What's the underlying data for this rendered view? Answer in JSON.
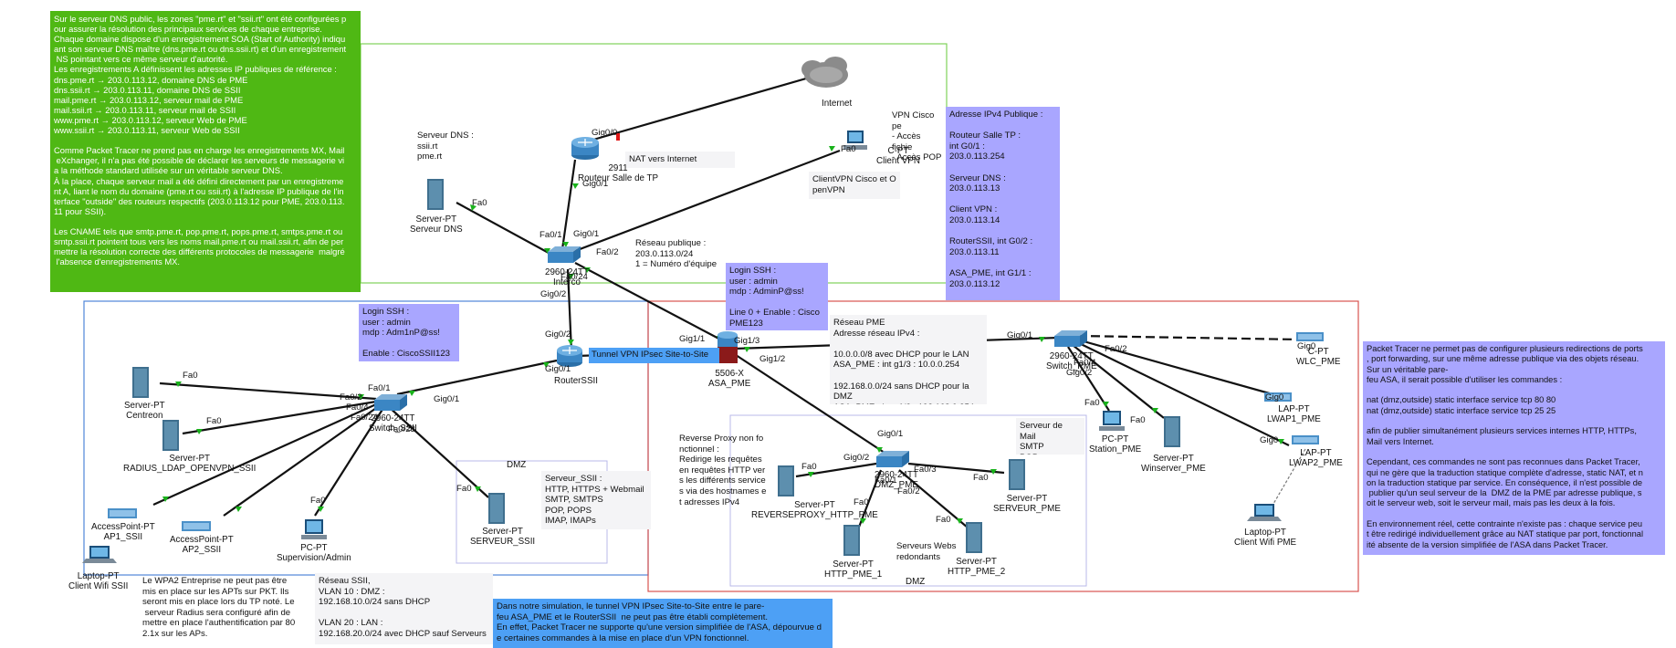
{
  "notes": {
    "dns_info": "Sur le serveur DNS public, les zones \"pme.rt\" et \"ssii.rt\" ont été configurées p\nour assurer la résolution des principaux services de chaque entreprise.\nChaque domaine dispose d'un enregistrement SOA (Start of Authority) indiqu\nant son serveur DNS maître (dns.pme.rt ou dns.ssii.rt) et d'un enregistrement\n NS pointant vers ce même serveur d'autorité.\nLes enregistrements A définissent les adresses IP publiques de référence :\ndns.pme.rt → 203.0.113.12, domaine DNS de PME\ndns.ssii.rt → 203.0.113.11, domaine DNS de SSII\nmail.pme.rt → 203.0.113.12, serveur mail de PME\nmail.ssii.rt → 203.0.113.11, serveur mail de SSII\nwww.pme.rt → 203.0.113.12, serveur Web de PME\nwww.ssii.rt → 203.0.113.11, serveur Web de SSII\n\nComme Packet Tracer ne prend pas en charge les enregistrements MX, Mail\n eXchanger, il n'a pas été possible de déclarer les serveurs de messagerie vi\na la méthode standard utilisée sur un véritable serveur DNS.\nÀ la place, chaque serveur mail a été défini directement par un enregistreme\nnt A, liant le nom du domaine (pme.rt ou ssii.rt) à l'adresse IP publique de l'in\nterface \"outside\" des routeurs respectifs (203.0.113.12 pour PME, 203.0.113.\n11 pour SSII).\n\nLes CNAME tels que smtp.pme.rt, pop.pme.rt, pops.pme.rt, smtps.pme.rt ou\nsmtp.ssii.rt pointent tous vers les noms mail.pme.rt ou mail.ssii.rt, afin de per\nmettre la résolution correcte des différents protocoles de messagerie  malgré\n l'absence d'enregistrements MX.",
    "public_ip": "Adresse IPv4 Publique :\n\nRouteur Salle TP :\nint G0/1 :\n203.0.113.254\n\nServeur DNS :\n203.0.113.13\n\nClient VPN :\n203.0.113.14\n\nRouterSSII, int G0/2 :\n203.0.113.11\n\nASA_PME, int G1/1 :\n203.0.113.12",
    "packet_tracer_asa": "Packet Tracer ne permet pas de configurer plusieurs redirections de ports\n, port forwarding, sur une même adresse publique via des objets réseau.\nSur un véritable pare-\nfeu ASA, il serait possible d'utiliser les commandes :\n\nnat (dmz,outside) static interface service tcp 80 80\nnat (dmz,outside) static interface service tcp 25 25\n\nafin de publier simultanément plusieurs services internes HTTP, HTTPs,\nMail vers Internet.\n\nCependant, ces commandes ne sont pas reconnues dans Packet Tracer,\nqui ne gère que la traduction statique complète d'adresse, static NAT, et n\non la traduction statique par service. En conséquence, il n'est possible de\n publier qu'un seul serveur de la  DMZ de la PME par adresse publique, s\noit le serveur web, soit le serveur mail, mais pas les deux à la fois.\n\nEn environnement réel, cette contrainte n'existe pas : chaque service peu\nt être redirigé individuellement grâce au NAT statique par port, fonctionnal\nité absente de la version simplifiée de l'ASA dans Packet Tracer.",
    "ssh_ssii": "Login SSH :\nuser : admin\nmdp : Adm1nP@ss!\n\nEnable : CiscoSSII123",
    "ssh_pme": "Login SSH :\nuser : admin\nmdp : AdminP@ss!\n\nLine 0 + Enable : Cisco\nPME123",
    "vpn_note": "Dans notre simulation, le tunnel VPN IPsec Site-to-Site entre le pare-\nfeu ASA_PME et le RouterSSII  ne peut pas être établi complètement.\nEn effet, Packet Tracer ne supporte qu'une version simplifiée de l'ASA, dépourvue d\ne certaines commandes à la mise en place d'un VPN fonctionnel.",
    "tunnel_label": "Tunnel VPN IPsec Site-to-Site",
    "dns_server": "Serveur DNS :\nssii.rt\npme.rt",
    "nat": "NAT vers Internet",
    "vpn_cisco": "VPN Cisco pe\n- Accès fichie\n- Accès POP\nVPN OpenVP\n- Accès SSII :",
    "client_vpn": "ClientVPN Cisco et O\npenVPN",
    "reseau_public": "Réseau publique :\n203.0.113.0/24\n1 = Numéro d'équipe",
    "reseau_pme": "Réseau PME\nAdresse réseau IPv4 :\n\n10.0.0.0/8 avec DHCP pour le LAN\nASA_PME : int g1/3 : 10.0.0.254\n\n192.168.0.0/24 sans DHCP pour la DMZ\nASA_PME : int g1/2 : 192.168.0.254",
    "reverse_proxy": "Reverse Proxy non fo\nnctionnel :\nRedirige les requêtes\nen requêtes HTTP ver\ns les différents service\ns via des hostnames e\nt adresses IPv4",
    "mail_pme": "Serveur de Mail\nSMTP\nPOP",
    "web_servers": "Serveurs Webs\nredondants",
    "serveur_ssii": "Serveur_SSII :\nHTTP, HTTPS + Webmail\nSMTP, SMTPS\nPOP, POPS\nIMAP, IMAPs",
    "wpa2": "Le WPA2 Entreprise ne peut pas être\nmis en place sur les APTs sur PKT. Ils\nseront mis en place lors du TP noté. Le\n serveur Radius sera configuré afin de\nmettre en place l'authentification par 80\n2.1x sur les APs.",
    "reseau_ssii": "Réseau SSII,\nVLAN 10 : DMZ :\n192.168.10.0/24 sans DHCP\n\nVLAN 20 : LAN :\n192.168.20.0/24 avec DHCP sauf Serveurs"
  },
  "zones": {
    "dmz_ssii": "DMZ",
    "dmz_pme": "DMZ"
  },
  "devices": {
    "internet": "Internet",
    "router_tp": "2911\nRouteur Salle de TP",
    "client_vpn_pc": "C-PT\nClient VPN",
    "server_dns": "Server-PT\nServeur DNS",
    "switch_inter": "2960-24TT\nInterco",
    "router_ssii": "RouterSSII",
    "asa": "5506-X\nASA_PME",
    "switch_pme": "2960-24TT\nSwitch_PME",
    "wlc": "C-PT\nWLC_PME",
    "lap1": "LAP-PT\nLWAP1_PME",
    "lap2": "LAP-PT\nLWAP2_PME",
    "laptop_pme": "Laptop-PT\nClient Wifi PME",
    "pc_pme": "PC-PT\nStation_PME",
    "winserver": "Server-PT\nWinserver_PME",
    "switch_dmz_pme": "2960-24TT\nDMZ_PME",
    "mail_pme_srv": "Server-PT\nSERVEUR_PME",
    "revproxy": "Server-PT\nREVERSEPROXY_HTTP_PME",
    "http1": "Server-PT\nHTTP_PME_1",
    "http2": "Server-PT\nHTTP_PME_2",
    "switch_ssii": "2960-24TT\nSwitch_SSII",
    "centreon": "Server-PT\nCentreon",
    "radius": "Server-PT\nRADIUS_LDAP_OPENVPN_SSII",
    "ap1": "AccessPoint-PT\nAP1_SSII",
    "ap2": "AccessPoint-PT\nAP2_SSII",
    "laptop_ssii": "Laptop-PT\nClient Wifi SSII",
    "supervision": "PC-PT\nSupervision/Admin",
    "serveur_ssii_srv": "Server-PT\nSERVEUR_SSII"
  },
  "ports": {
    "gig00": "Gig0/0",
    "gig01_router": "Gig0/1",
    "fa0_vpn": "Fa0",
    "fa0_dns": "Fa0",
    "fa01_inter": "Fa0/1",
    "gig01_inter": "Gig0/1",
    "fa02_inter": "Fa0/2",
    "fa024": "Fa0/24",
    "gig02_inter": "Gig0/2",
    "gig02_router": "Gig0/2",
    "gig01_rssii": "Gig0/1",
    "gig11": "Gig1/1",
    "gig13": "Gig1/3",
    "gig12": "Gig1/2",
    "gig01_swpme": "Gig0/1",
    "fa02_swpme": "Fa0/2",
    "fa04_swpme": "Fa0/4",
    "gig02_swpme": "Gig0/2",
    "gig0_wlc": "Gig0",
    "gig0_lap1": "Gig0",
    "gig0_lap2": "Gig0",
    "fa0_pc": "Fa0",
    "fa0_win": "Fa0",
    "gig01_dmz": "Gig0/1",
    "gig02_dmz": "Gig0/2",
    "fa03_dmz": "Fa0/3",
    "fa01_dmz": "Fa0/1",
    "fa02_dmz": "Fa0/2",
    "fa0_rp": "Fa0",
    "fa0_mail": "Fa0",
    "fa0_h1": "Fa0",
    "fa0_h2": "Fa0",
    "fa01_sw": "Fa0/1",
    "fa02_sw": "Fa0/2",
    "fa04_sw": "Fa0/4",
    "fa024_sw": "Fa0/24",
    "fa023_sw": "Fa0/23",
    "gig01_sw": "Gig0/1",
    "fa0_centreon": "Fa0",
    "fa0_radius": "Fa0",
    "fa0_sup": "Fa0",
    "fa0_ssiisrv": "Fa0"
  },
  "colors": {
    "green_note": "#4fb814",
    "purple_note": "#a9a6ff",
    "blue_note": "#4da0f5",
    "ssii_border": "#4f86d9",
    "pme_border": "#d9534f",
    "top_border": "#7fd15a",
    "link": "#111111",
    "link_up": "#19b21b",
    "link_down": "#e01818"
  }
}
